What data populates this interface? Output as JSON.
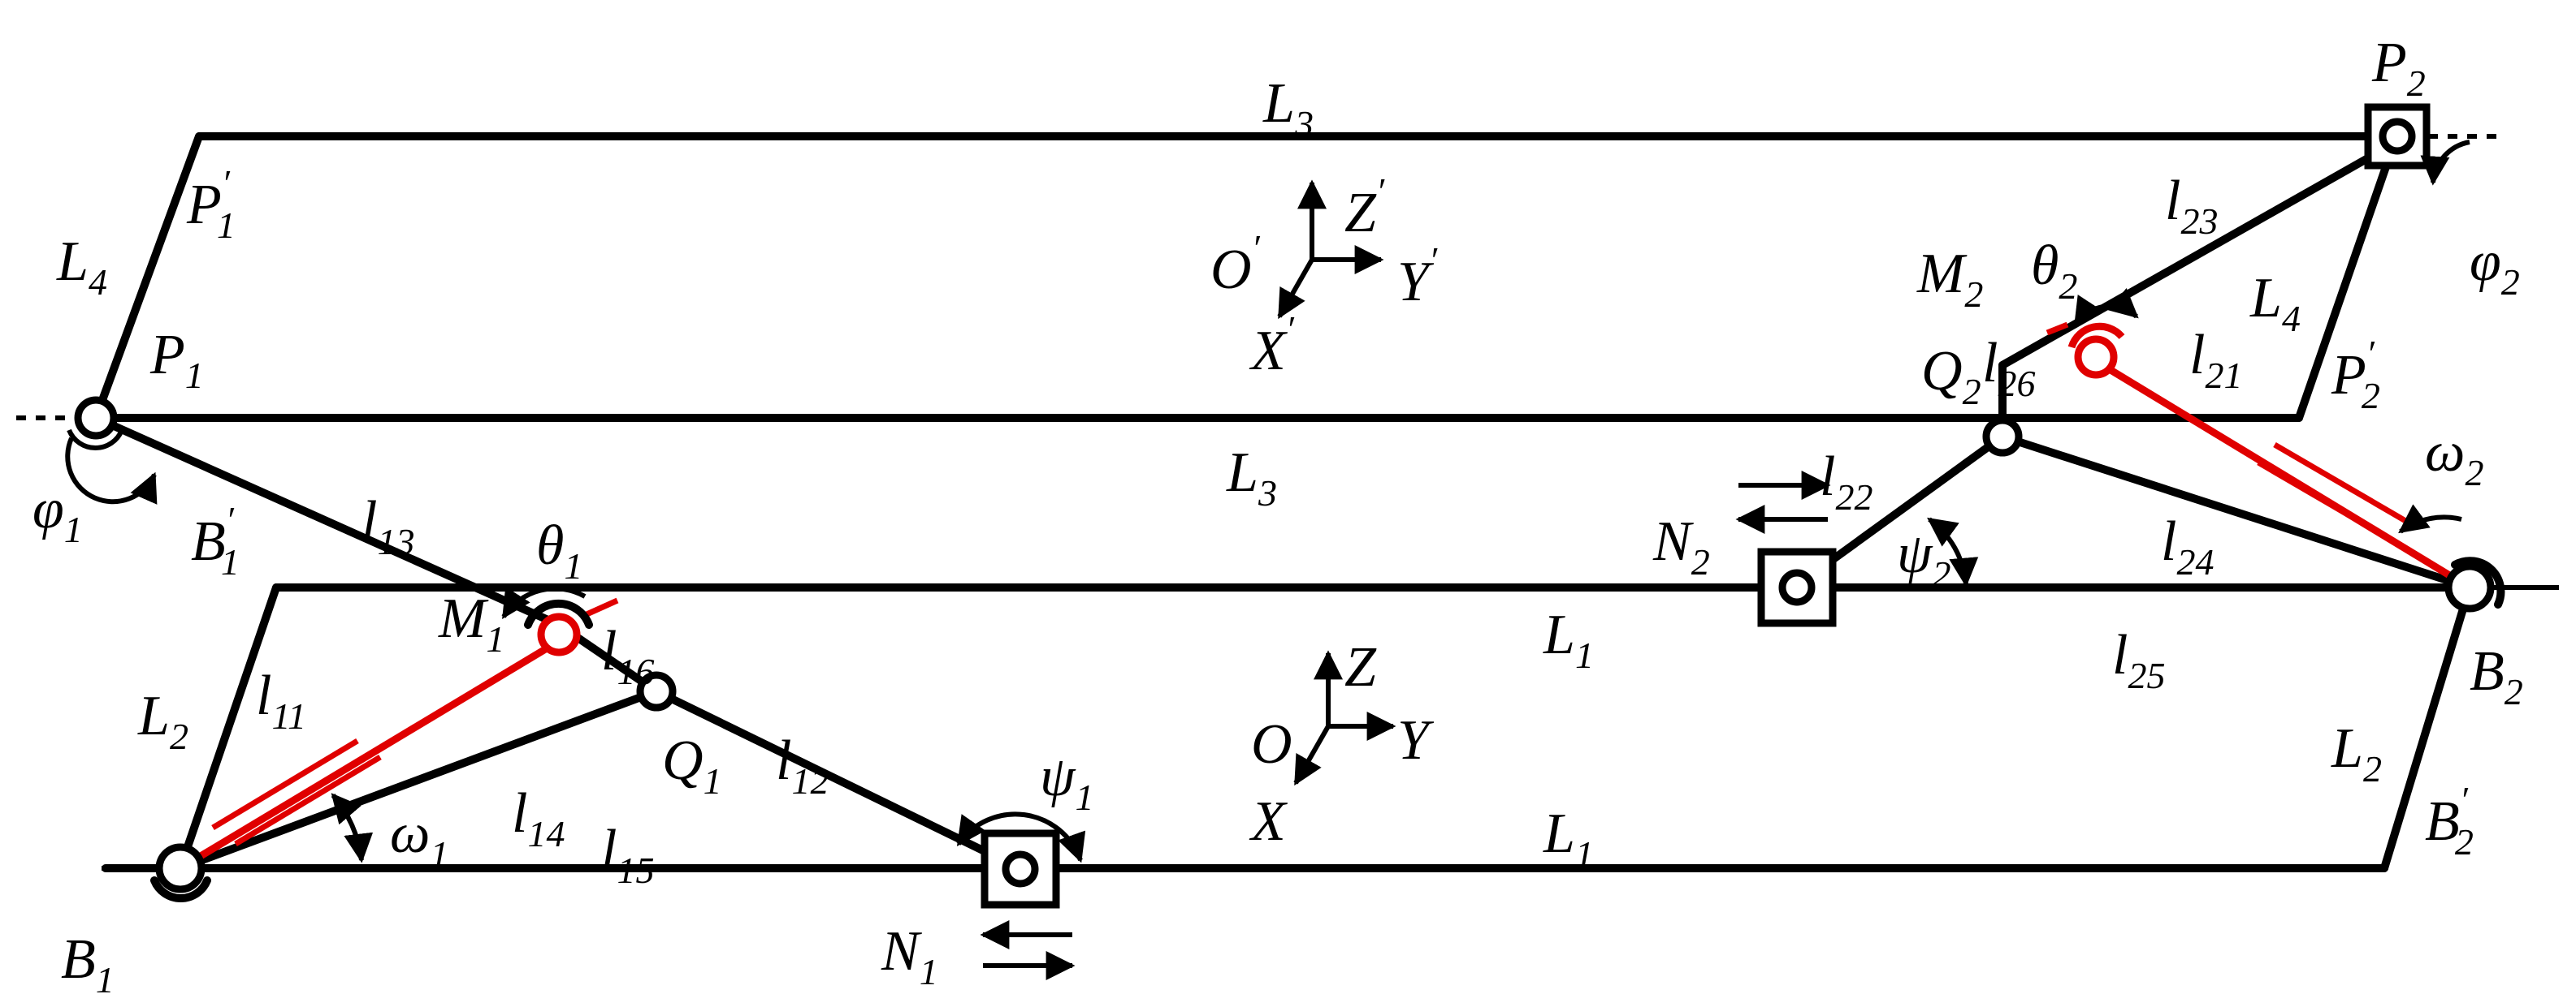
{
  "labels": {
    "L3_top": {
      "main": "L",
      "sub": "3"
    },
    "L3_mid": {
      "main": "L",
      "sub": "3"
    },
    "L4_left": {
      "main": "L",
      "sub": "4"
    },
    "L4_right": {
      "main": "L",
      "sub": "4"
    },
    "L1_mid": {
      "main": "L",
      "sub": "1"
    },
    "L1_bot": {
      "main": "L",
      "sub": "1"
    },
    "L2_left": {
      "main": "L",
      "sub": "2"
    },
    "L2_right": {
      "main": "L",
      "sub": "2"
    },
    "P1prime": {
      "main": "P",
      "sub": "1",
      "sup": "′"
    },
    "P1": {
      "main": "P",
      "sub": "1"
    },
    "P2": {
      "main": "P",
      "sub": "2"
    },
    "P2prime": {
      "main": "P",
      "sub": "2",
      "sup": "′"
    },
    "phi1": {
      "main": "φ",
      "sub": "1"
    },
    "phi2": {
      "main": "φ",
      "sub": "2"
    },
    "B1prime": {
      "main": "B",
      "sub": "1",
      "sup": "′"
    },
    "B1": {
      "main": "B",
      "sub": "1"
    },
    "B2": {
      "main": "B",
      "sub": "2"
    },
    "B2prime": {
      "main": "B",
      "sub": "2",
      "sup": "′"
    },
    "M1": {
      "main": "M",
      "sub": "1"
    },
    "M2": {
      "main": "M",
      "sub": "2"
    },
    "Q1": {
      "main": "Q",
      "sub": "1"
    },
    "Q2": {
      "main": "Q",
      "sub": "2"
    },
    "N1": {
      "main": "N",
      "sub": "1"
    },
    "N2": {
      "main": "N",
      "sub": "2"
    },
    "theta1": {
      "main": "θ",
      "sub": "1"
    },
    "theta2": {
      "main": "θ",
      "sub": "2"
    },
    "omega1": {
      "main": "ω",
      "sub": "1"
    },
    "omega2": {
      "main": "ω",
      "sub": "2"
    },
    "psi1": {
      "main": "ψ",
      "sub": "1"
    },
    "psi2": {
      "main": "ψ",
      "sub": "2"
    },
    "l11": {
      "main": "l",
      "sub": "11"
    },
    "l12": {
      "main": "l",
      "sub": "12"
    },
    "l13": {
      "main": "l",
      "sub": "13"
    },
    "l14": {
      "main": "l",
      "sub": "14"
    },
    "l15": {
      "main": "l",
      "sub": "15"
    },
    "l16": {
      "main": "l",
      "sub": "16"
    },
    "l21": {
      "main": "l",
      "sub": "21"
    },
    "l22": {
      "main": "l",
      "sub": "22"
    },
    "l23": {
      "main": "l",
      "sub": "23"
    },
    "l24": {
      "main": "l",
      "sub": "24"
    },
    "l25": {
      "main": "l",
      "sub": "25"
    },
    "l26": {
      "main": "l",
      "sub": "26"
    },
    "O_upper": {
      "main": "O",
      "sup": "′"
    },
    "Z_upper": {
      "main": "Z",
      "sup": "′"
    },
    "Y_upper": {
      "main": "Y",
      "sup": "′"
    },
    "X_upper": {
      "main": "X",
      "sup": "′"
    },
    "O_lower": {
      "main": "O"
    },
    "Z_lower": {
      "main": "Z"
    },
    "Y_lower": {
      "main": "Y"
    },
    "X_lower": {
      "main": "X"
    }
  },
  "colors": {
    "line": "#000000",
    "actuator": "#e00000",
    "background": "#ffffff"
  }
}
